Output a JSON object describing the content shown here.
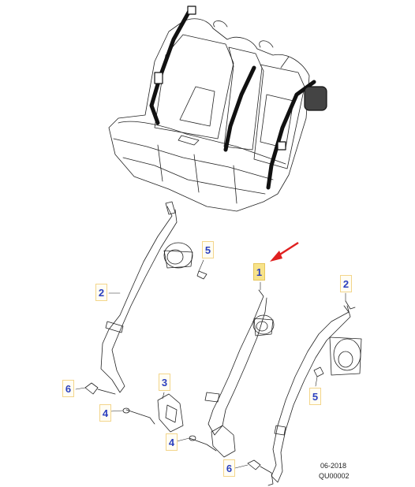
{
  "callouts": [
    {
      "id": "c1",
      "label": "1",
      "highlighted": true
    },
    {
      "id": "c2a",
      "label": "2"
    },
    {
      "id": "c2b",
      "label": "2"
    },
    {
      "id": "c3",
      "label": "3"
    },
    {
      "id": "c4a",
      "label": "4"
    },
    {
      "id": "c4b",
      "label": "4"
    },
    {
      "id": "c5a",
      "label": "5"
    },
    {
      "id": "c5b",
      "label": "5"
    },
    {
      "id": "c6a",
      "label": "6"
    },
    {
      "id": "c6b",
      "label": "6"
    }
  ],
  "reference": {
    "date": "06-2018",
    "code": "QU00002"
  },
  "colors": {
    "callout_text": "#2a3fbf",
    "highlight": "#f7e38a",
    "arrow": "#e02020",
    "line": "#222222"
  }
}
